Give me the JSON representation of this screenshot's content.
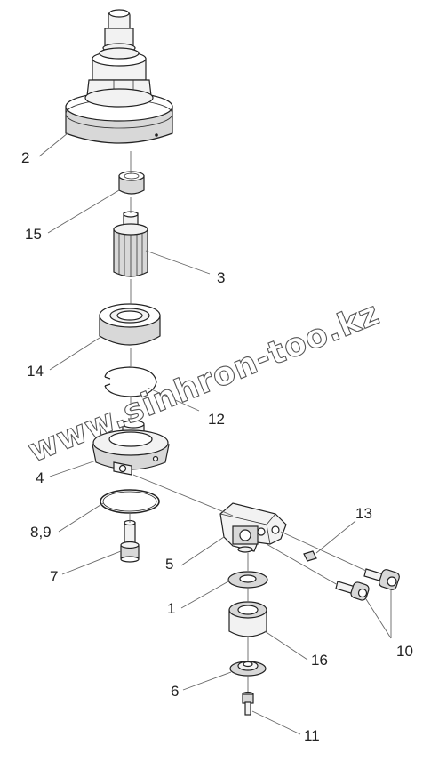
{
  "callouts": {
    "c2": "2",
    "c15": "15",
    "c3": "3",
    "c14": "14",
    "c12": "12",
    "c4": "4",
    "c89": "8,9",
    "c7": "7",
    "c5": "5",
    "c13": "13",
    "c1": "1",
    "c10": "10",
    "c16": "16",
    "c6": "6",
    "c11": "11"
  },
  "watermark": "www.sinhron-too.kz",
  "colors": {
    "line": "#222222",
    "fill": "#f2f2f2",
    "shade": "#d8d8d8",
    "leader": "#666666"
  }
}
